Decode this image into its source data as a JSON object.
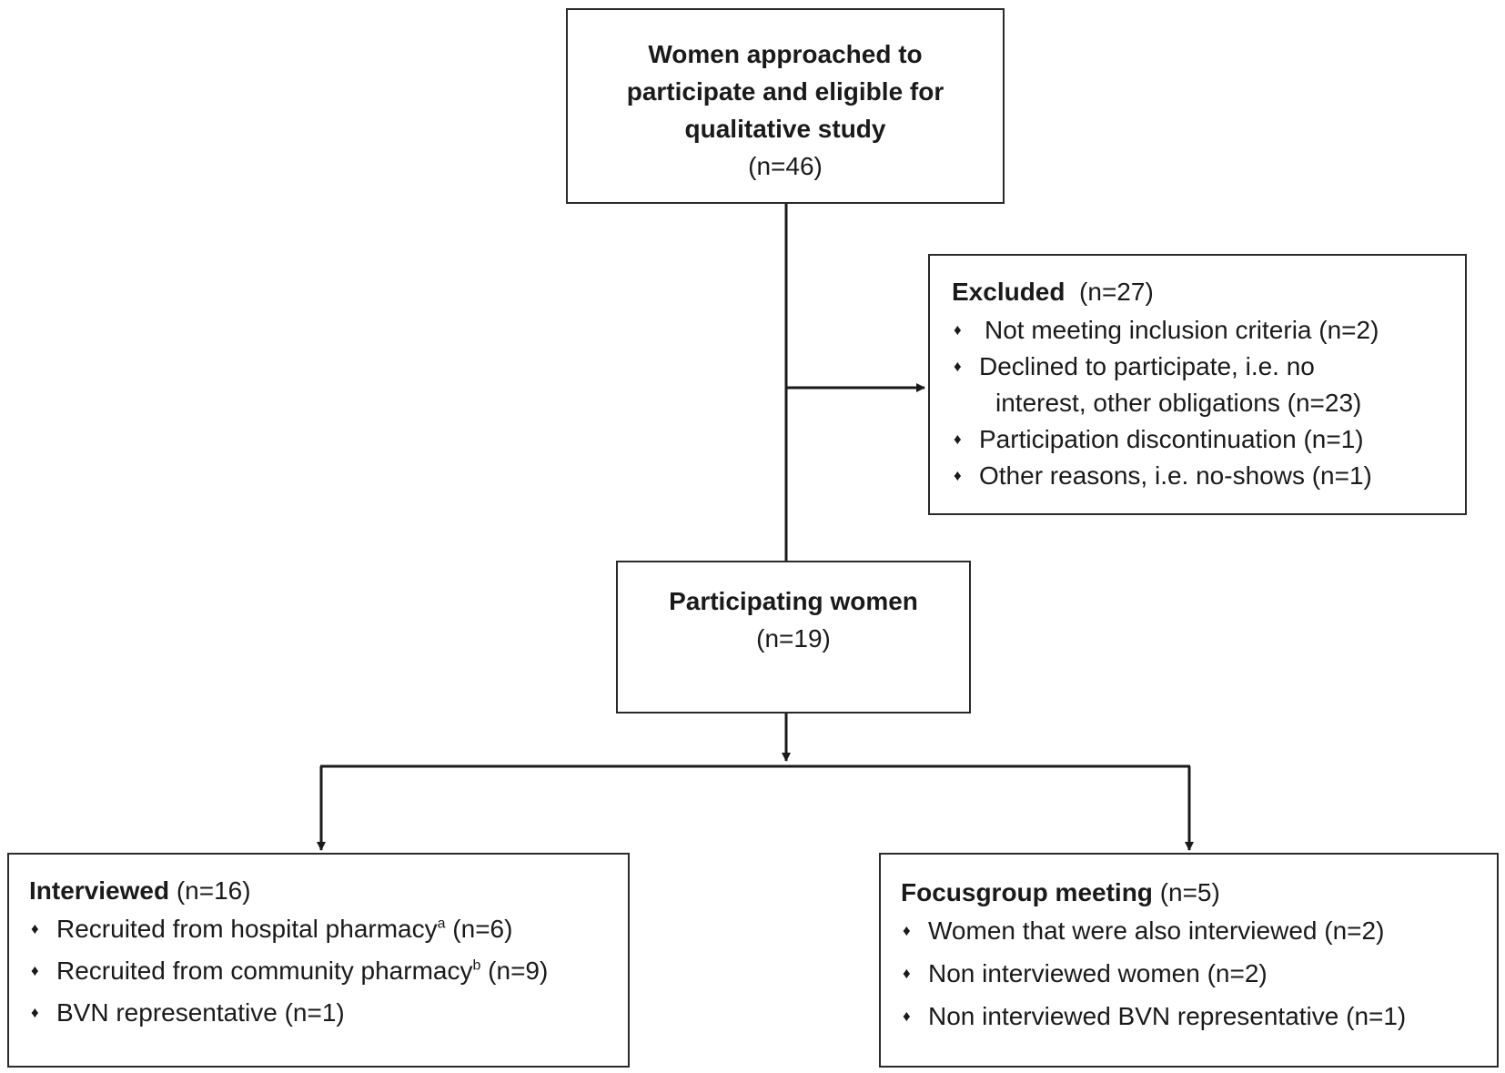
{
  "boxes": {
    "approached": {
      "title": "Women approached to participate and eligible for qualitative study",
      "count": "(n=46)"
    },
    "excluded": {
      "title": "Excluded",
      "count": "(n=27)",
      "items": [
        "Not meeting inclusion criteria (n=2)",
        "Declined to participate, i.e. no",
        "interest, other obligations (n=23)",
        "Participation discontinuation (n=1)",
        "Other reasons, i.e. no-shows (n=1)"
      ]
    },
    "participating": {
      "title": "Participating women",
      "count": "(n=19)"
    },
    "interviewed": {
      "title": "Interviewed",
      "count": "(n=16)",
      "items": [
        {
          "text": "Recruited from hospital pharmacy",
          "sup": "a",
          "suffix": " (n=6)"
        },
        {
          "text": "Recruited from community pharmacy",
          "sup": "b",
          "suffix": " (n=9)"
        },
        {
          "text": "BVN representative (n=1)"
        }
      ]
    },
    "focusgroup": {
      "title": "Focusgroup meeting",
      "count": "(n=5)",
      "items": [
        "Women that were also interviewed (n=2)",
        "Non interviewed women (n=2)",
        "Non interviewed BVN representative (n=1)"
      ]
    }
  },
  "bullet_glyph": "♦"
}
